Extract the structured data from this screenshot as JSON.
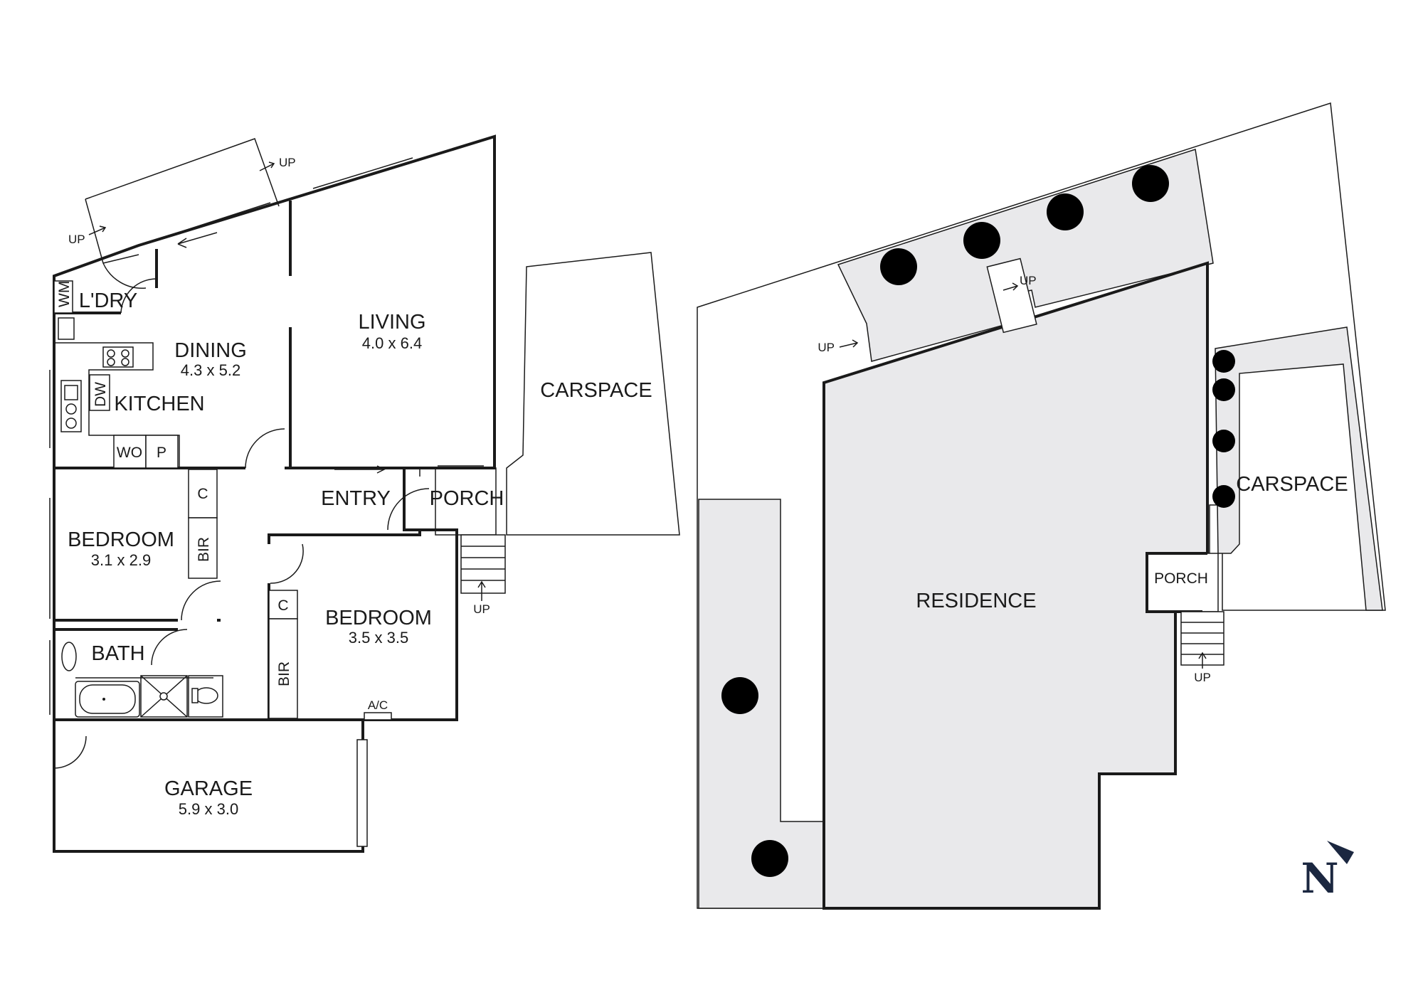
{
  "floor_plan": {
    "rooms": [
      {
        "name": "LIVING",
        "dims": "4.0 x 6.4"
      },
      {
        "name": "DINING",
        "dims": "4.3 x 5.2"
      },
      {
        "name": "L'DRY"
      },
      {
        "name": "KITCHEN"
      },
      {
        "name": "BEDROOM",
        "dims": "3.1 x 2.9"
      },
      {
        "name": "BEDROOM",
        "dims": "3.5 x 3.5"
      },
      {
        "name": "BATH"
      },
      {
        "name": "ENTRY"
      },
      {
        "name": "PORCH"
      },
      {
        "name": "CARSPACE"
      },
      {
        "name": "GARAGE",
        "dims": "5.9 x 3.0"
      }
    ],
    "fixtures": {
      "wm": "WM",
      "dw": "DW",
      "wo": "WO",
      "pantry": "P",
      "closet_1": "C",
      "closet_2": "C",
      "bir_1": "BIR",
      "bir_2": "BIR",
      "ac": "A/C"
    },
    "up_labels": [
      "UP",
      "UP",
      "UP"
    ]
  },
  "site_plan": {
    "residence": "RESIDENCE",
    "porch": "PORCH",
    "carspace": "CARSPACE",
    "up_labels": [
      "UP",
      "UP",
      "UP"
    ]
  },
  "north_arrow": "N",
  "icons": [
    "tree-icon",
    "north-arrow-icon",
    "cooktop-icon",
    "sink-icon",
    "bathtub-icon",
    "shower-icon",
    "toilet-icon"
  ],
  "colors": {
    "line": "#1a1a1a",
    "shaded_area": "#e9e9eb",
    "north_arrow": "#1b2740"
  }
}
